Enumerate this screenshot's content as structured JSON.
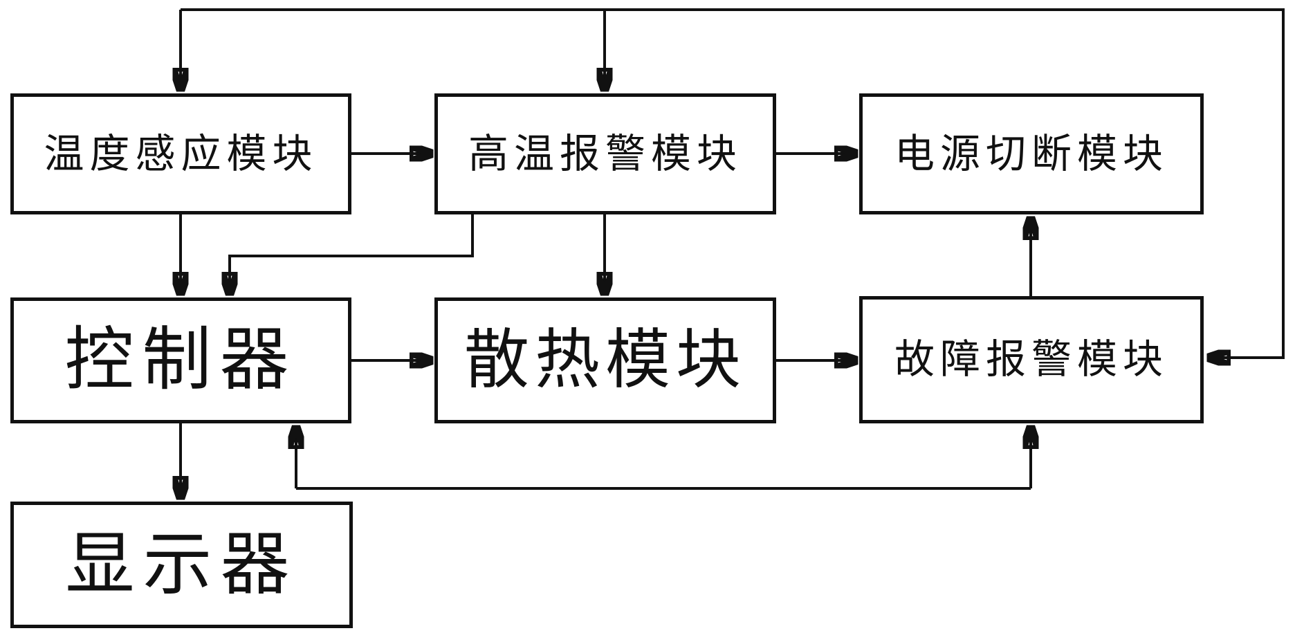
{
  "diagram": {
    "type": "block-diagram",
    "description": "Patent-style temperature protection system block diagram",
    "colors": {
      "line": "#111111",
      "background": "#ffffff",
      "text": "#111111"
    },
    "nodes": {
      "temperature_sensing": {
        "label": "温度感应模块"
      },
      "high_temp_alarm": {
        "label": "高温报警模块"
      },
      "power_cutoff": {
        "label": "电源切断模块"
      },
      "controller": {
        "label": "控制器"
      },
      "cooling": {
        "label": "散热模块"
      },
      "fault_alarm": {
        "label": "故障报警模块"
      },
      "display": {
        "label": "显示器"
      }
    },
    "edges": [
      {
        "from": "temperature_sensing",
        "to": "high_temp_alarm",
        "style": "arrow"
      },
      {
        "from": "high_temp_alarm",
        "to": "power_cutoff",
        "style": "arrow"
      },
      {
        "from": "temperature_sensing",
        "to": "controller",
        "style": "arrow"
      },
      {
        "from": "high_temp_alarm",
        "to": "controller",
        "style": "arrow-elbow"
      },
      {
        "from": "high_temp_alarm",
        "to": "cooling",
        "style": "arrow"
      },
      {
        "from": "controller",
        "to": "cooling",
        "style": "arrow"
      },
      {
        "from": "cooling",
        "to": "fault_alarm",
        "style": "arrow"
      },
      {
        "from": "fault_alarm",
        "to": "power_cutoff",
        "style": "arrow"
      },
      {
        "from": "controller",
        "to": "display",
        "style": "arrow"
      },
      {
        "from": "controller",
        "to": "fault_alarm",
        "style": "double-arrow-bottom-bus"
      },
      {
        "from": "top_bus",
        "to": "temperature_sensing",
        "style": "arrow"
      },
      {
        "from": "top_bus",
        "to": "high_temp_alarm",
        "style": "arrow"
      },
      {
        "from": "top_bus",
        "to": "fault_alarm",
        "style": "arrow-right-side"
      }
    ]
  }
}
